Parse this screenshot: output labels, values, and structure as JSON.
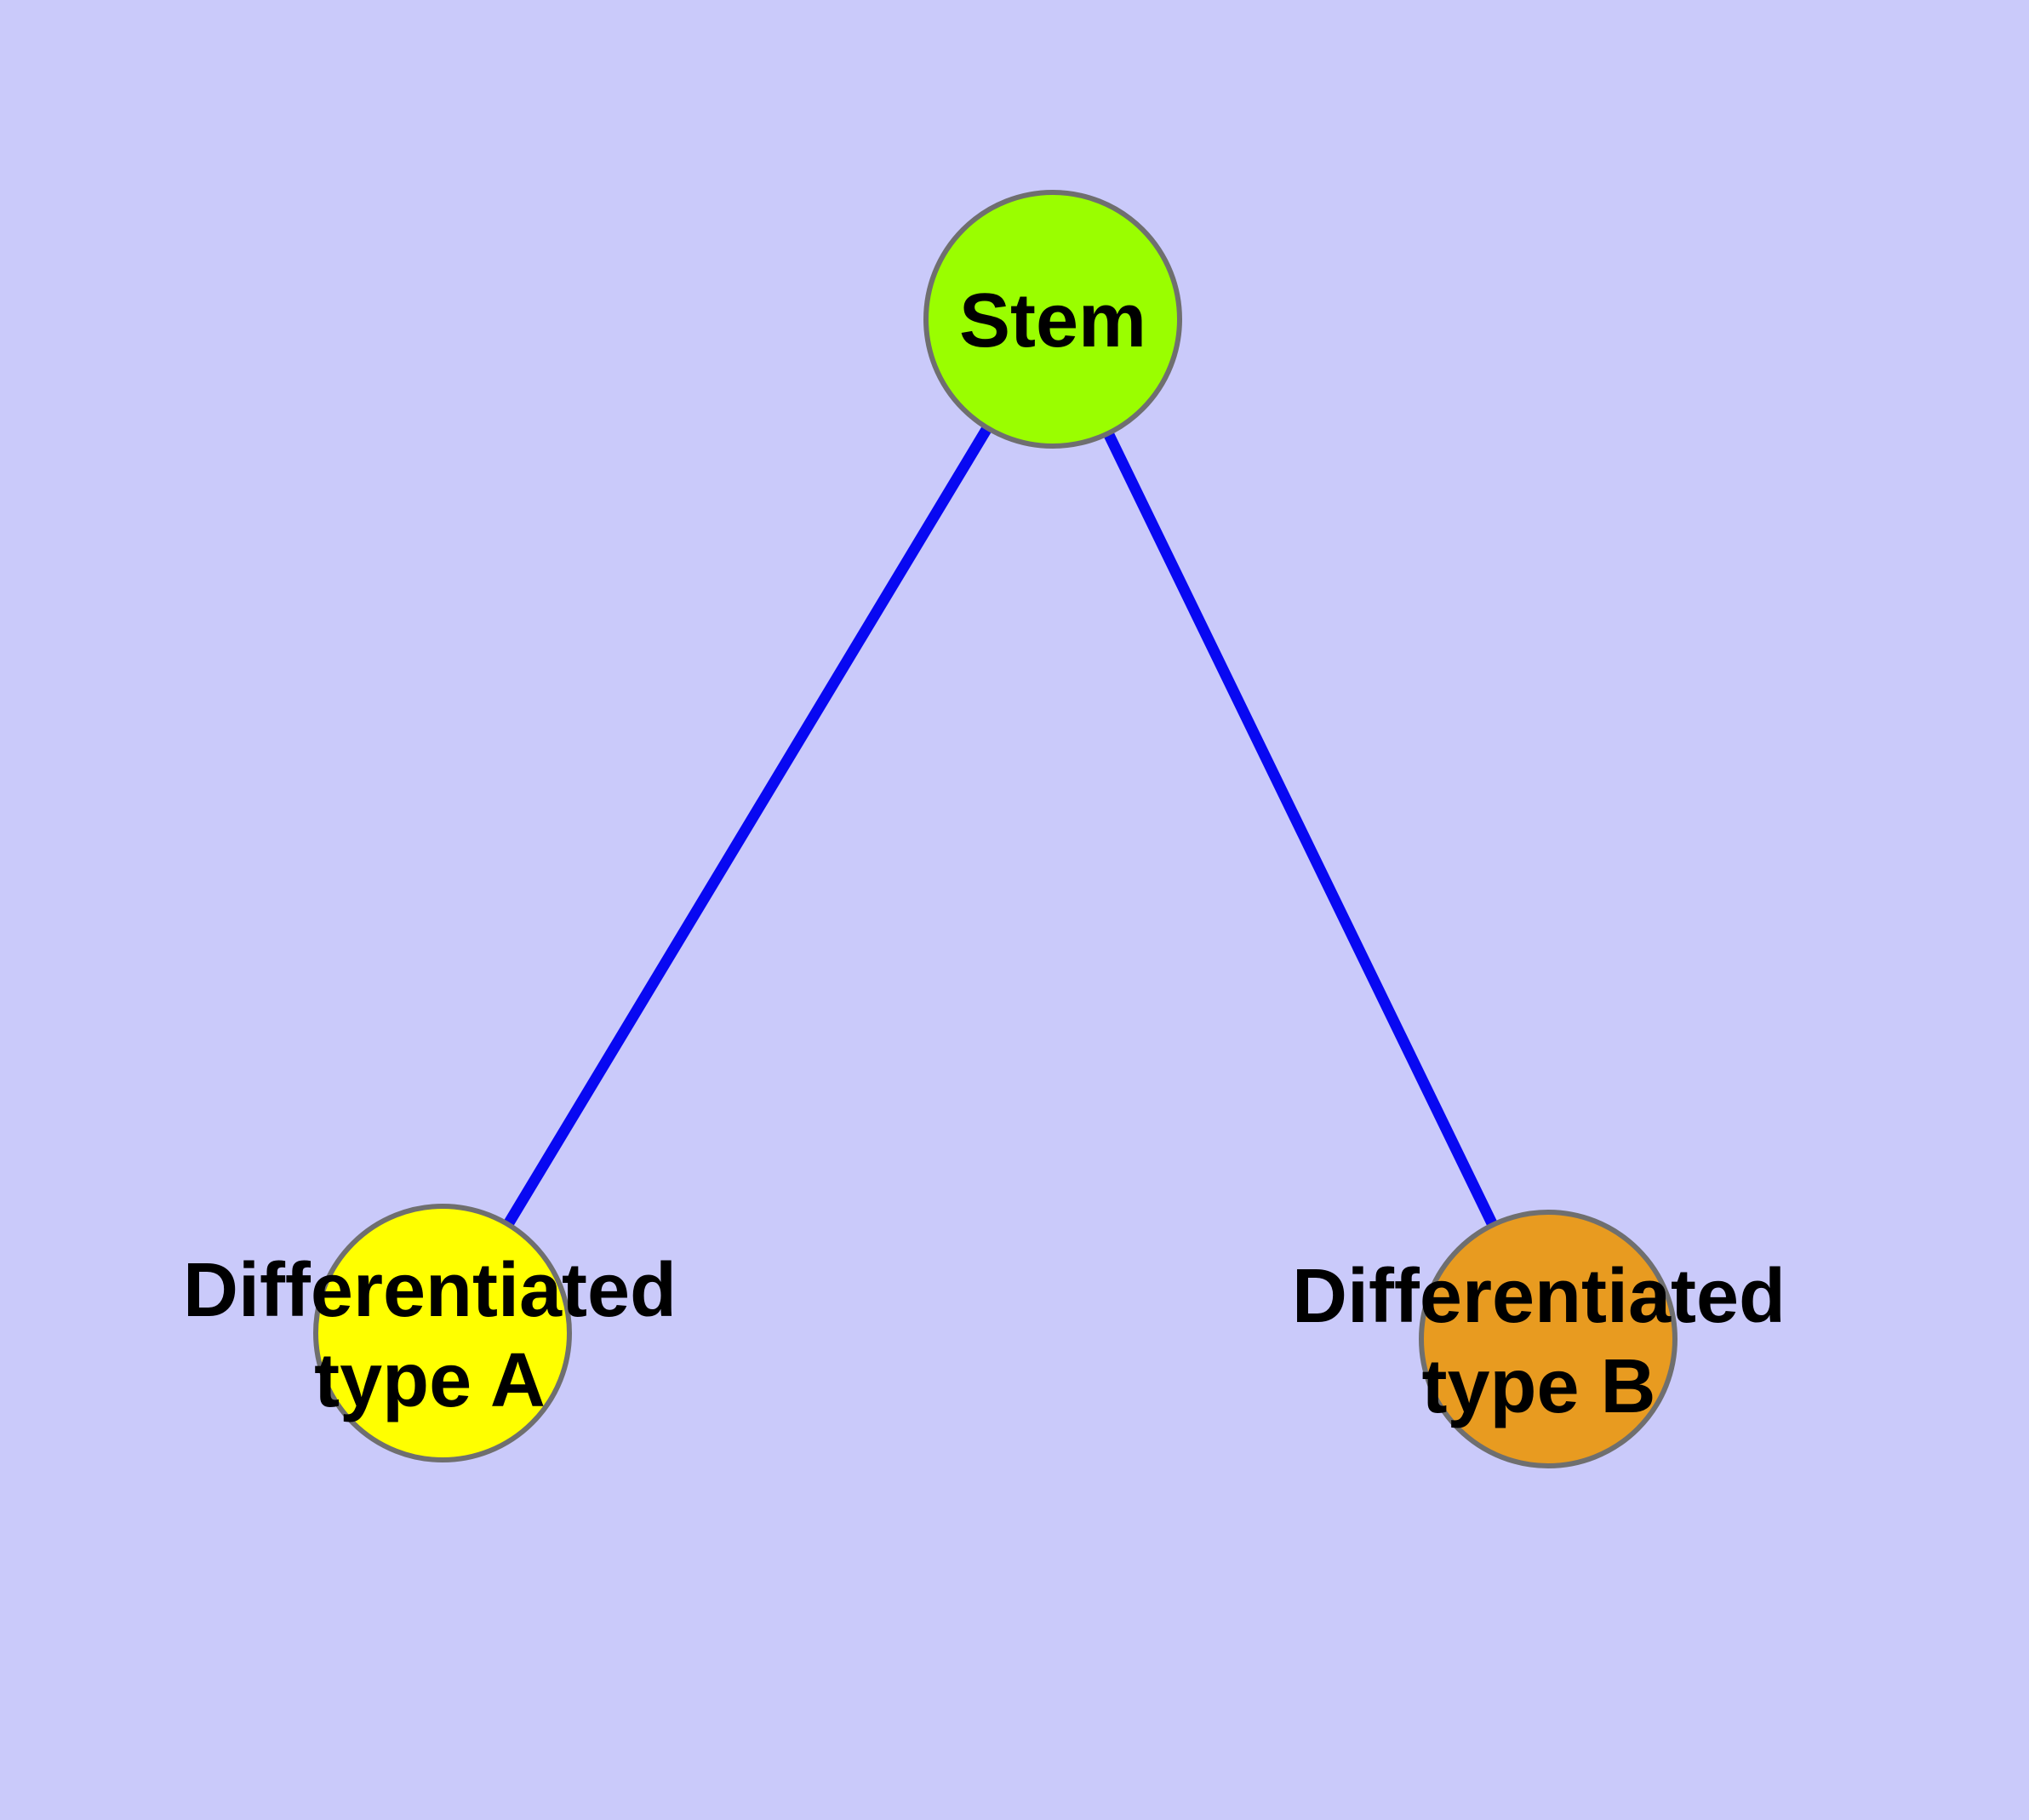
{
  "diagram": {
    "title": "",
    "background_color": "#CACAFA",
    "edge_color": "#0808F2",
    "node_border_color": "#6F6F6F",
    "text_color": "#000000",
    "nodes": [
      {
        "id": "stem",
        "label": "Stem",
        "lines": [
          "Stem"
        ],
        "color": "#9AFE00",
        "shape": "circle"
      },
      {
        "id": "differentiated-type-a",
        "label": "Differentiated type A",
        "lines": [
          "Differentiated",
          "type A"
        ],
        "color": "#FFFF00",
        "shape": "circle"
      },
      {
        "id": "differentiated-type-b",
        "label": "Differentiated type B",
        "lines": [
          "Differentiated",
          "type B"
        ],
        "color": "#E89B20",
        "shape": "circle"
      }
    ],
    "edges": [
      {
        "from": "Stem",
        "to": "Differentiated type A"
      },
      {
        "from": "Stem",
        "to": "Differentiated type B"
      }
    ]
  }
}
